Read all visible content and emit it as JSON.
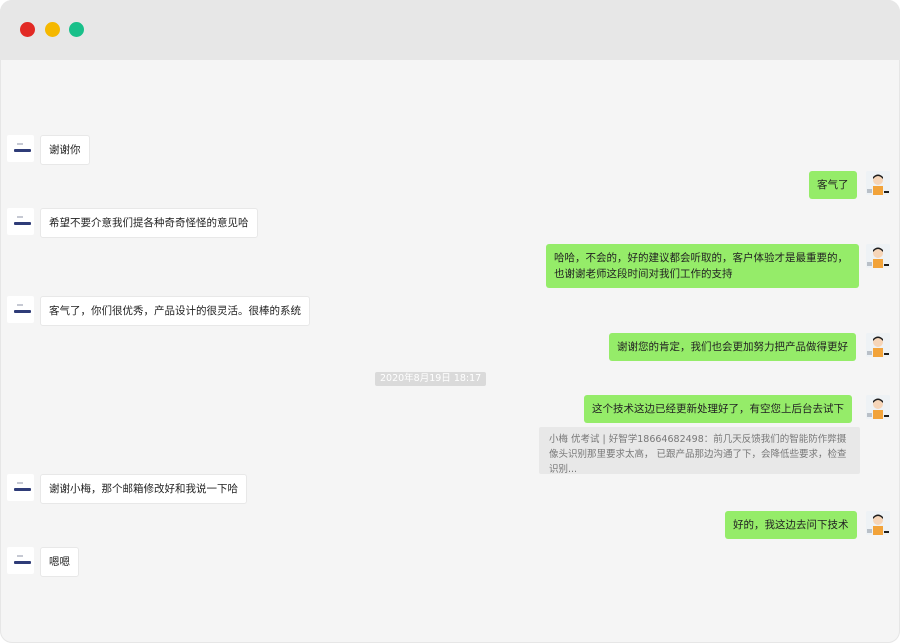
{
  "window": {
    "controls": [
      "close",
      "minimize",
      "maximize"
    ]
  },
  "chat": {
    "timestamp": "2020年8月19日 18:17",
    "messages": [
      {
        "side": "left",
        "text": "谢谢你"
      },
      {
        "side": "right",
        "text": "客气了"
      },
      {
        "side": "left",
        "text": "希望不要介意我们提各种奇奇怪怪的意见哈"
      },
      {
        "side": "right",
        "line1": "哈哈，不会的，好的建议都会听取的，客户体验才是最重要的，",
        "line2": "也谢谢老师这段时间对我们工作的支持"
      },
      {
        "side": "left",
        "text": "客气了，你们很优秀，产品设计的很灵活。很棒的系统"
      },
      {
        "side": "right",
        "text": "谢谢您的肯定，我们也会更加努力把产品做得更好"
      },
      {
        "side": "right",
        "text": "这个技术这边已经更新处理好了，有空您上后台去试下"
      },
      {
        "side": "left",
        "text": "谢谢小梅，那个邮箱修改好和我说一下哈"
      },
      {
        "side": "right",
        "text": "好的，我这边去问下技术"
      },
      {
        "side": "left",
        "text": "嗯嗯"
      }
    ],
    "quote": "小梅 优考试 | 好智学18664682498：前几天反馈我们的智能防作弊摄像头识别那里要求太高， 已跟产品那边沟通了下，会降低些要求，检查识别..."
  }
}
